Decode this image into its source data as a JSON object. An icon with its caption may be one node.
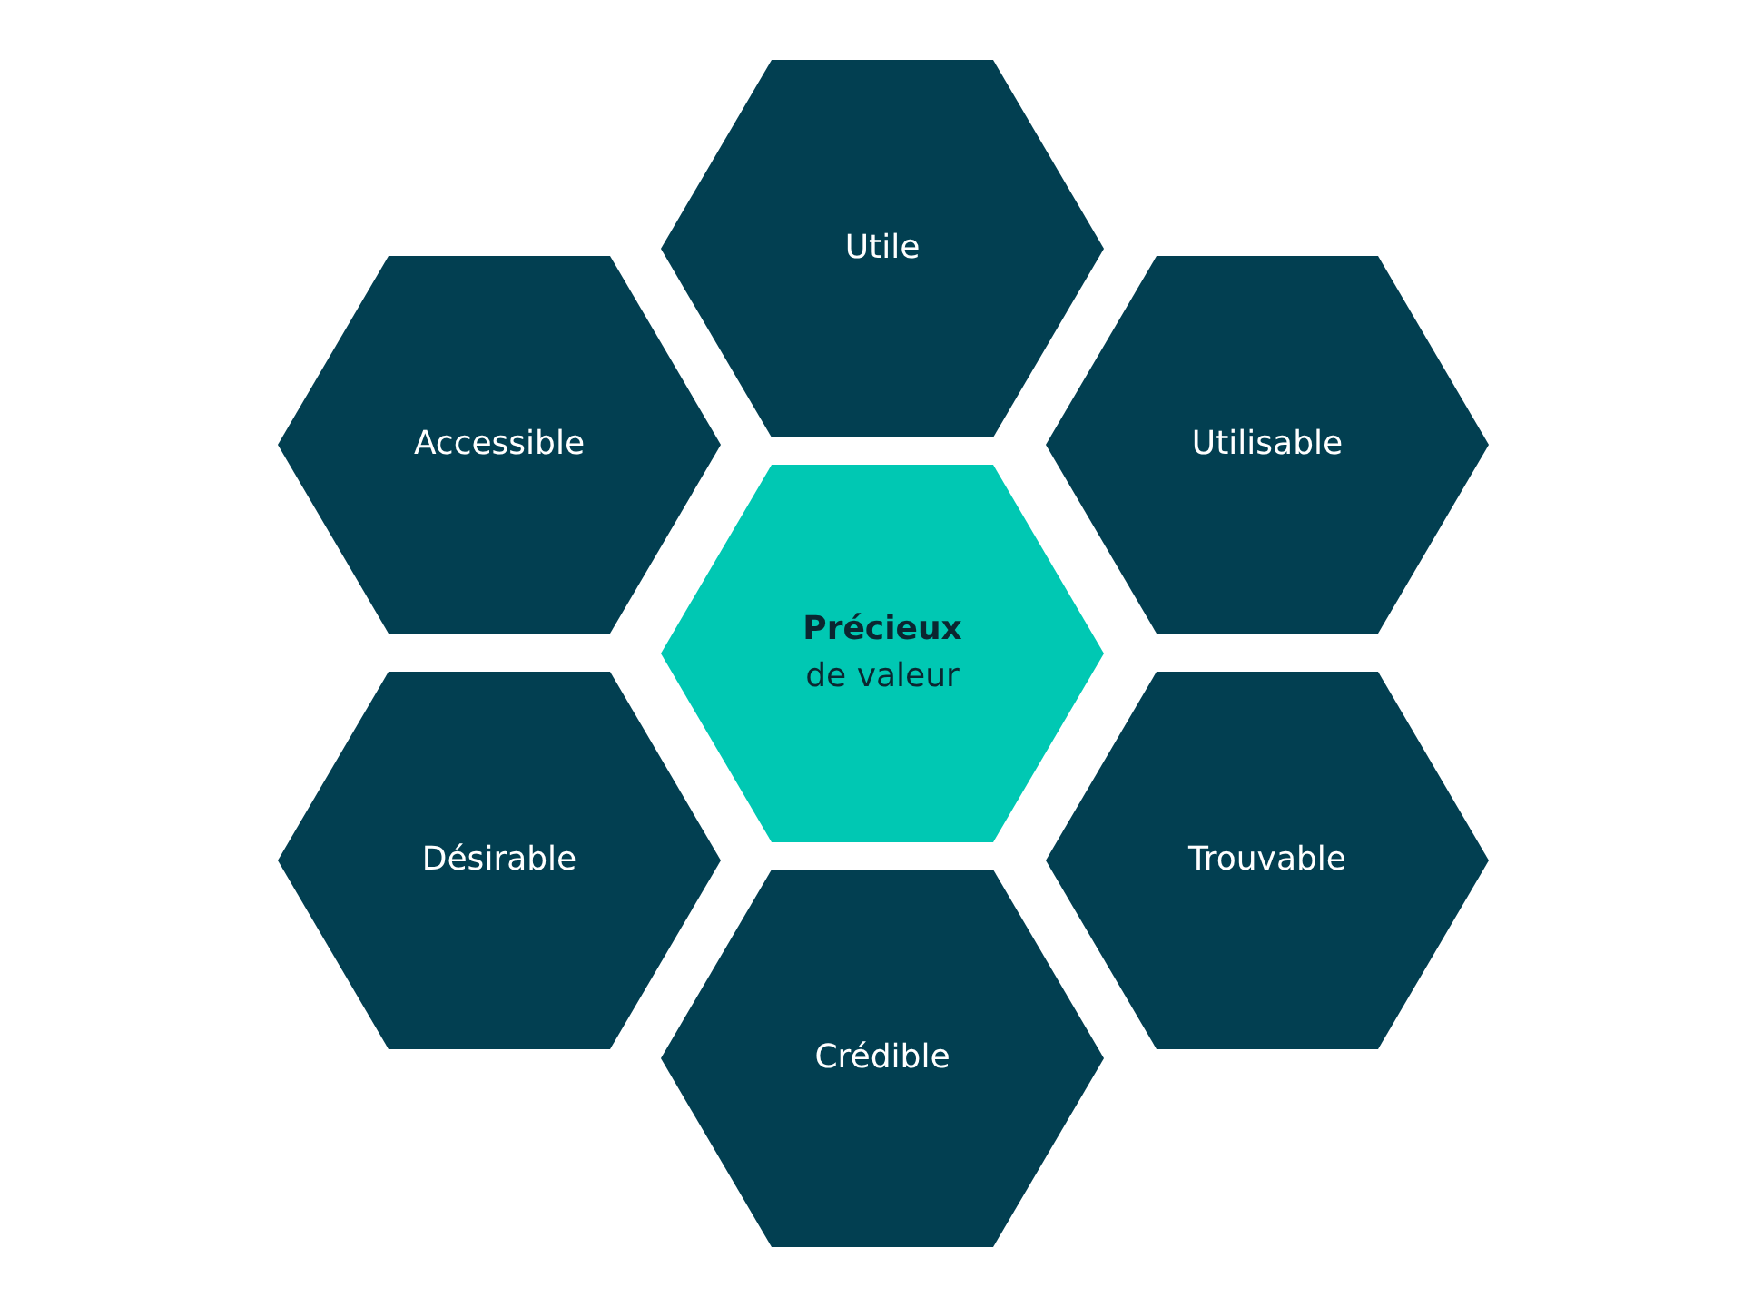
{
  "diagram": {
    "nodes": [
      {
        "text": [
          "Utile"
        ]
      },
      {
        "text": [
          "Accessible"
        ]
      },
      {
        "text": [
          "Utilisable"
        ]
      },
      {
        "text": [
          "Précieux",
          "de valeur"
        ]
      },
      {
        "text": [
          "Désirable"
        ]
      },
      {
        "text": [
          "Trouvable"
        ]
      },
      {
        "text": [
          "Crédible"
        ]
      }
    ]
  }
}
